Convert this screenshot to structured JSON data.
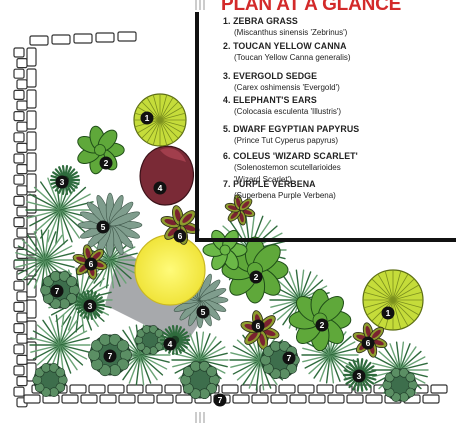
{
  "title": "PLAN AT A GLANCE",
  "plants": [
    {
      "num": "1",
      "name": "ZEBRA GRASS",
      "desc": [
        "(Miscanthus sinensis 'Zebrinus')"
      ]
    },
    {
      "num": "2",
      "name": "TOUCAN YELLOW CANNA",
      "desc": [
        "(Toucan Yellow Canna generalis)"
      ]
    },
    {
      "num": "3",
      "name": "EVERGOLD SEDGE",
      "desc": [
        "(Carex oshimensis 'Evergold')"
      ]
    },
    {
      "num": "4",
      "name": "ELEPHANT'S EARS",
      "desc": [
        "(Colocasia esculenta 'Illustris')"
      ]
    },
    {
      "num": "5",
      "name": "DWARF EGYPTIAN PAPYRUS",
      "desc": [
        "(Prince Tut Cyperus papyrus)"
      ]
    },
    {
      "num": "6",
      "name": "COLEUS 'WIZARD SCARLET'",
      "desc": [
        "(Solenostemon scutellarioides",
        "'Wizard Scarlet')"
      ]
    },
    {
      "num": "7",
      "name": "PURPLE VERBENA",
      "desc": [
        "(Superbena Purple Verbena)"
      ]
    }
  ],
  "colors": {
    "title": "#d32a2a",
    "zebra_grass": "#c5dc3a",
    "canna": "#5fa83a",
    "sedge": "#2f6b3d",
    "elephant_ears": "#7a2a36",
    "papyrus": "#7f9d8d",
    "coleus": "#7a2330",
    "verbena": "#3d6e4c",
    "sun_disc": "#f4ef4a",
    "path": "#a7a9ac",
    "border": "#111111"
  },
  "icons": [
    "number-badge-icon",
    "brick-border-icon",
    "plant-cluster-icon"
  ]
}
